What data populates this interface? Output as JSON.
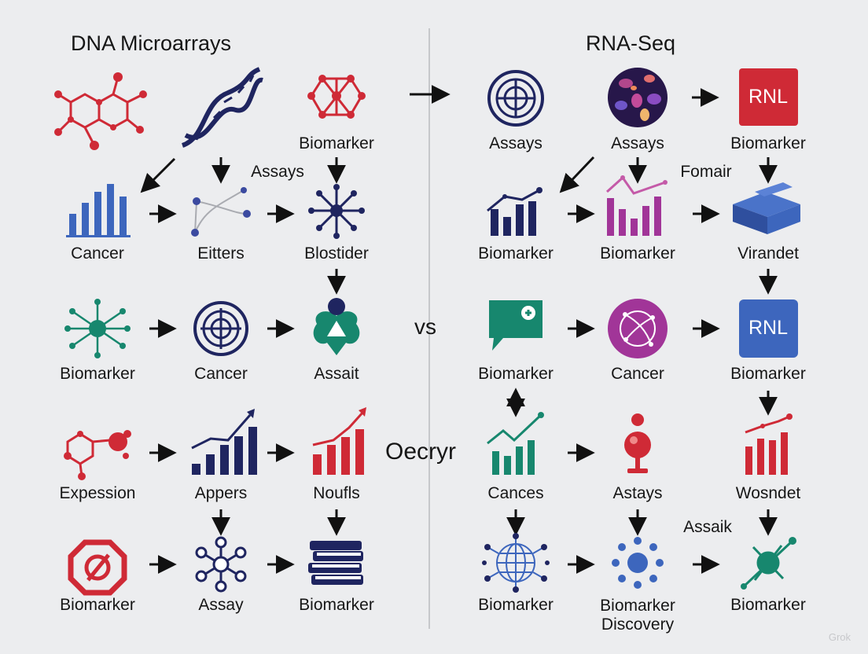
{
  "titles": {
    "left": "DNA Microarrays",
    "right": "RNA-Seq"
  },
  "center": {
    "vs": "vs",
    "middle": "Oecryr"
  },
  "floating": {
    "assays": "Assays",
    "fomair": "Fomair",
    "assaik": "Assaik"
  },
  "labels": {
    "l1c3": "Biomarker",
    "l2c1": "Cancer",
    "l2c2": "Eitters",
    "l2c3": "Blostider",
    "l3c1": "Biomarker",
    "l3c2": "Cancer",
    "l3c3": "Assait",
    "l4c1": "Expession",
    "l4c2": "Appers",
    "l4c3": "Noufls",
    "l5c1": "Biomarker",
    "l5c2": "Assay",
    "l5c3": "Biomarker",
    "r1c1": "Assays",
    "r1c2": "Assays",
    "r1c3": "Biomarker",
    "r2c1": "Biomarker",
    "r2c2": "Biomarker",
    "r2c3": "Virandet",
    "r3c1": "Biomarker",
    "r3c2": "Cancer",
    "r3c3": "Biomarker",
    "r4c1": "Cances",
    "r4c2": "Astays",
    "r4c3": "Wosndet",
    "r5c1": "Biomarker",
    "r5c2": "Biomarker\nDiscovery",
    "r5c3": "Biomarker"
  },
  "badges": {
    "rnl_top": "RNL",
    "rnl_mid": "RNL"
  },
  "watermark": "Grok",
  "colors": {
    "navy": "#1f2560",
    "red": "#cf2a36",
    "blue": "#3d66bd",
    "teal": "#17876e",
    "purple": "#9b3a8f",
    "magenta": "#a13598"
  }
}
